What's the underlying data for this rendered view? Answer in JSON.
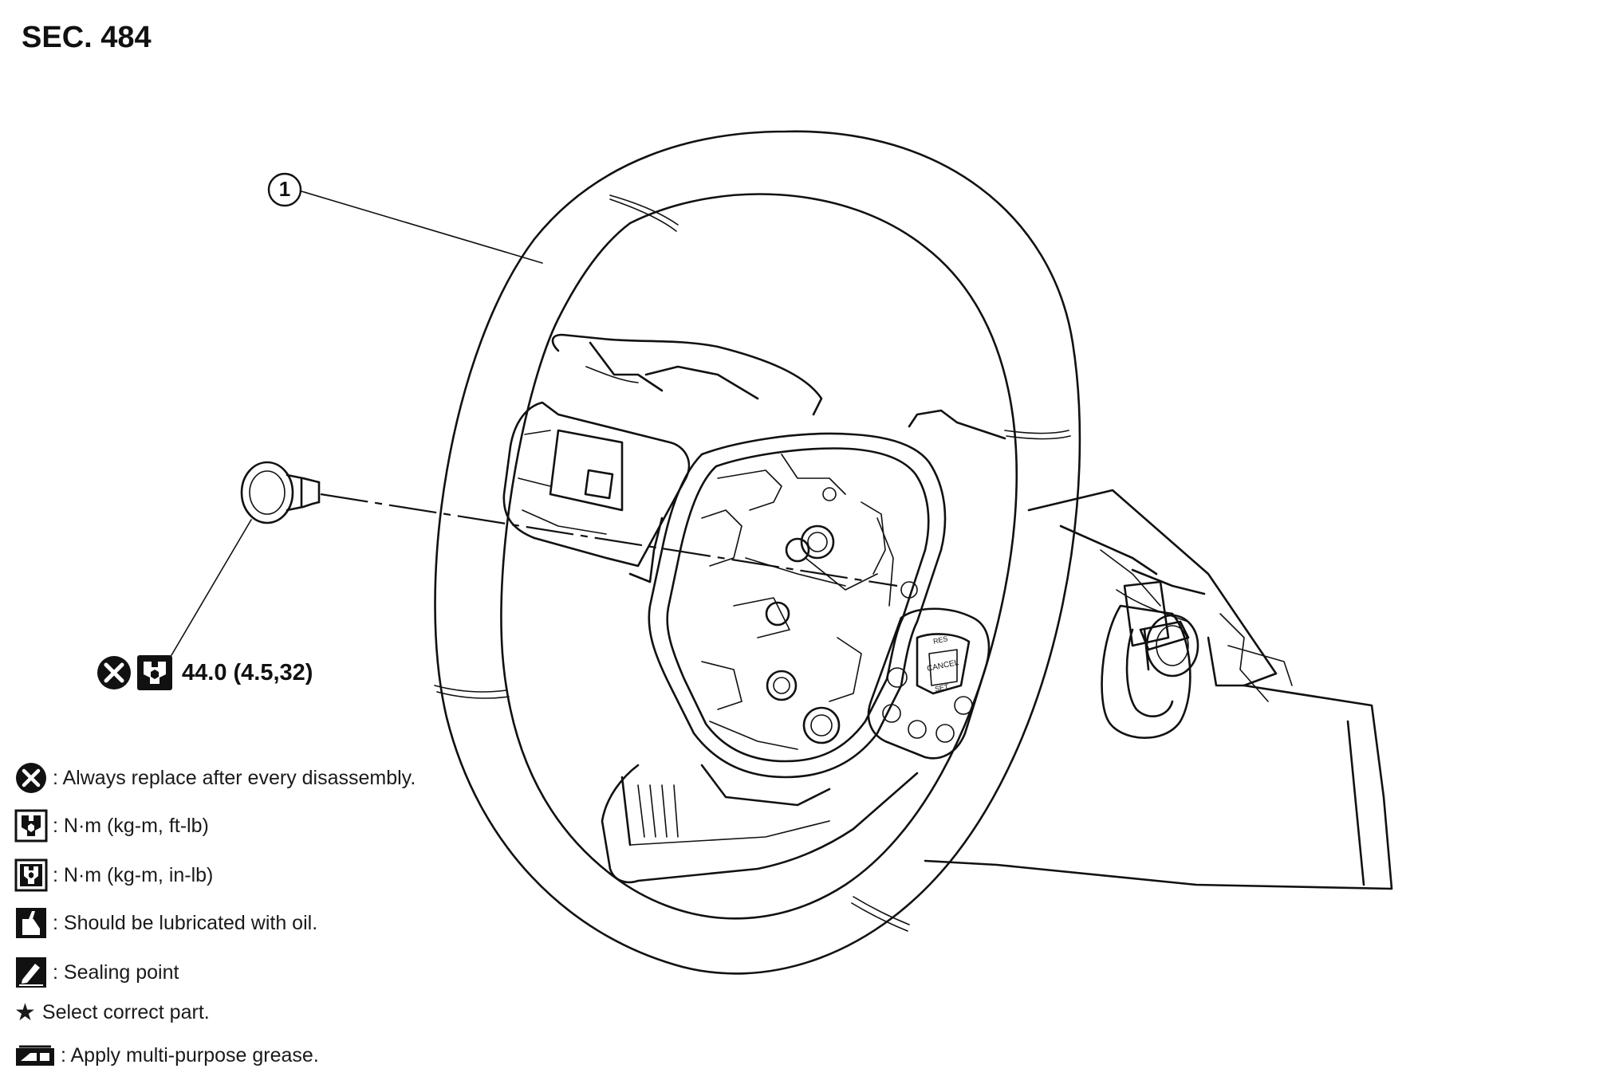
{
  "section": {
    "label": "SEC. 484"
  },
  "callout": {
    "number": "1"
  },
  "bolt_spec": {
    "torque": "44.0 (4.5,32)",
    "icons": [
      "replace-icon",
      "torque-nm-ft-lb-icon"
    ]
  },
  "legend": [
    {
      "icon": "replace-icon",
      "text": ": Always replace after every disassembly."
    },
    {
      "icon": "torque-nm-ft-lb-icon",
      "text": ": N·m (kg-m, ft-lb)"
    },
    {
      "icon": "torque-nm-in-lb-icon",
      "text": ": N·m (kg-m, in-lb)"
    },
    {
      "icon": "oil-can-icon",
      "text": ": Should be lubricated with oil."
    },
    {
      "icon": "sealing-point-icon",
      "text": ": Sealing point"
    },
    {
      "icon": "star-icon",
      "text": "Select correct part."
    },
    {
      "icon": "grease-icon",
      "text": ": Apply multi-purpose grease."
    }
  ],
  "switch_labels": {
    "res": "RES",
    "cancel": "CANCEL",
    "set": "SET"
  }
}
